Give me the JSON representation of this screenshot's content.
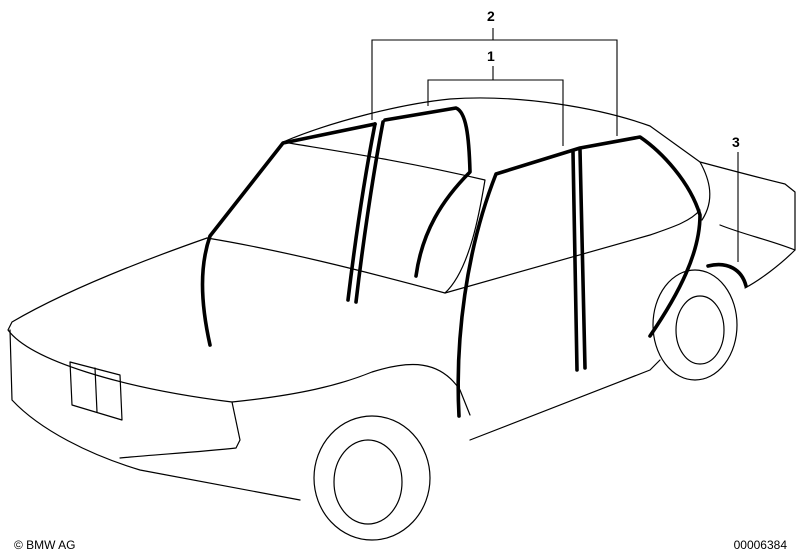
{
  "callouts": [
    {
      "id": "1",
      "label": "1"
    },
    {
      "id": "2",
      "label": "2"
    },
    {
      "id": "3",
      "label": "3"
    }
  ],
  "footer": {
    "copyright": "© BMW AG",
    "diagram_number": "00006384"
  }
}
